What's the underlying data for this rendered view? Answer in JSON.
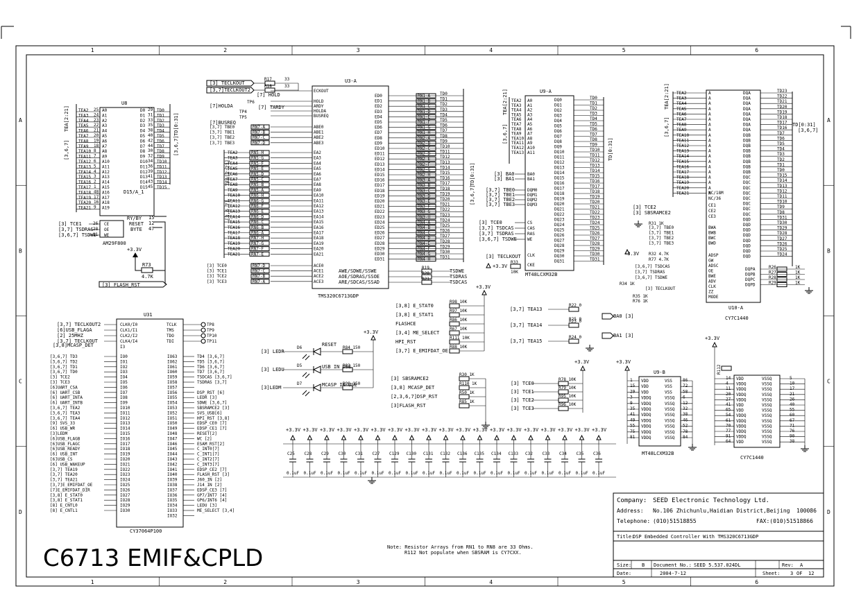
{
  "sheet": {
    "zone_cols": [
      "1",
      "2",
      "3",
      "4",
      "5",
      "6"
    ],
    "zone_rows": [
      "A",
      "B",
      "C",
      "D"
    ],
    "main_title": "C6713 EMIF&CPLD",
    "note_line1": "Note: Resistor Arrays from RN1 to RN8 are 33 Ohms.",
    "note_line2": "R112 Not populate when SBSRAM is CY7CXX."
  },
  "title_block": {
    "company_label": "Company:",
    "company": "SEED Electronic Technology Ltd.",
    "address_label": "Address:",
    "address": "No.106 Zhichunlu,Haidian District,Beijing",
    "zip": "100086",
    "telephone_label": "Telephone:",
    "telephone": "(010)51518855",
    "fax": "FAX:(010)51518866",
    "title_label": "Title:",
    "title": "DSP Embedded Controller With TMS320C6713GDP",
    "size_label": "Size:",
    "size": "B",
    "docno_label": "Document No.:",
    "docno": "SEED 5.537.024DL",
    "rev_label": "Rev:",
    "rev": "A",
    "date_label": "Date:",
    "date": "2004-7-12",
    "sheet_label": "Sheet:",
    "sheet": "3",
    "of_label": "OF",
    "of": "12"
  },
  "components": {
    "u8": {
      "ref": "U8",
      "part": "D15/A_1",
      "part2": "AM29F800",
      "bus_in": "TEA[2:21]",
      "bus_out": "TD[0:31]",
      "sheets": "[3,6,7]"
    },
    "u3a": {
      "ref": "U3-A",
      "part": "TMS320C6713GDP",
      "bus": "TD[0:31]"
    },
    "u9a": {
      "ref": "U9-A",
      "part": "MT48LCXM32B",
      "bus": "TD[0:31]",
      "sheets": "[3,6,7]"
    },
    "u9b": {
      "ref": "U9-B",
      "part": "MT48LCXM32B"
    },
    "u10": {
      "ref": "U10-A",
      "part": "CY7C1440",
      "bus": "TD[0:31]",
      "sheets": "[3,6,7]"
    },
    "u10b": {
      "part": "CY7C1440"
    },
    "u31": {
      "ref": "U31",
      "part": "CY37064P100"
    }
  },
  "u8_pins": {
    "a_names": [
      "TEA2",
      "TEA3",
      "TEA4",
      "TEA5",
      "TEA6",
      "TEA7",
      "TEA8",
      "TEA9",
      "TEA10",
      "TEA11",
      "TEA12",
      "TEA13",
      "TEA14",
      "TEA15",
      "TEA16",
      "TEA17",
      "TEA18",
      "TEA19",
      "TEA20",
      "TEA21"
    ],
    "d_names": [
      "TD0",
      "TD1",
      "TD2",
      "TD3",
      "TD4",
      "TD5",
      "TD6",
      "TD7",
      "TD8",
      "TD9",
      "TD10",
      "TD11",
      "TD12",
      "TD13",
      "TD14",
      "TD15"
    ],
    "ctrl": [
      "[3] TCE1",
      "[3,7] TSDRAS",
      "[3,6,7] TSDWE"
    ],
    "ctrl_pins": [
      "CE",
      "OE",
      "WE"
    ],
    "ry": "RY/BY",
    "reset": "RESET",
    "byte": "BYTE",
    "r73": "R73",
    "r73v": "4.7K",
    "vcc": "+3.3V",
    "flash_rst": "[3] FLASH_RST"
  },
  "u3_left": {
    "clk": [
      "[3] TECLKOUT",
      "[3,7]TECLKOUT2"
    ],
    "r17": "R17",
    "r18": "R18",
    "rv": "33",
    "hold": "[7] HOLD",
    "holda": "[7]HOLDA",
    "tardy": "[7] TARDY",
    "busreq": "[7]BUSREQ",
    "tp4": "TP4",
    "tp5": "TP5",
    "tp6": "TP6",
    "be": [
      "[3,7] TBE0",
      "[3,7] TBE1",
      "[3,7] TBE2",
      "[3,7] TBE3"
    ],
    "ea": [
      "TEA2",
      "TEA3",
      "TEA4",
      "TEA5",
      "TEA6",
      "TEA7",
      "TEA8",
      "TEA9",
      "TEA10",
      "TEA11",
      "TEA12",
      "TEA13",
      "TEA14",
      "TEA15",
      "TEA16",
      "TEA17",
      "TEA18",
      "TEA19",
      "TEA20",
      "TEA21"
    ],
    "ce": [
      "[3] TCE0",
      "[3] TCE1",
      "[3] TCE2",
      "[3] TCE3"
    ]
  },
  "u3_pins_left": [
    "ECKOUT",
    "HOLD",
    "HOLDA",
    "ARDY",
    "BUSREQ",
    "ABE0",
    "ABE1",
    "ABE2",
    "ABE3",
    "EA2",
    "EA3",
    "EA4",
    "EA5",
    "EA6",
    "EA7",
    "EA8",
    "EA9",
    "EA10",
    "EA11",
    "EA12",
    "EA13",
    "EA14",
    "EA15",
    "EA16",
    "EA17",
    "EA18",
    "EA19",
    "EA20",
    "EA21",
    "ACE0",
    "ACE1",
    "ACE2",
    "ACE3"
  ],
  "u3_pins_right": [
    "ED0",
    "ED1",
    "ED2",
    "ED3",
    "ED4",
    "ED5",
    "ED6",
    "ED7",
    "ED8",
    "ED9",
    "ED10",
    "ED11",
    "ED12",
    "ED13",
    "ED14",
    "ED15",
    "ED16",
    "ED17",
    "ED18",
    "ED19",
    "ED20",
    "ED21",
    "ED22",
    "ED23",
    "ED24",
    "ED25",
    "ED26",
    "ED27",
    "ED28",
    "ED29",
    "ED30",
    "ED31"
  ],
  "u3_bottom": [
    "AWE/SDWE/SSWE",
    "AOE/SDRAS/SSOE",
    "ARE/SDCAS/SSAD"
  ],
  "u3_bottom_out": [
    "TSDWE",
    "TSDRAS",
    "TSDCAS"
  ],
  "u3_bottom_r": [
    "R19",
    "R20",
    "R21"
  ],
  "u3_td": [
    "TD0",
    "TD1",
    "TD2",
    "TD3",
    "TD4",
    "TD5",
    "TD6",
    "TD7",
    "TD8",
    "TD9",
    "TD10",
    "TD11",
    "TD12",
    "TD13",
    "TD14",
    "TD15",
    "TD16",
    "TD17",
    "TD18",
    "TD19",
    "TD20",
    "TD21",
    "TD22",
    "TD23",
    "TD24",
    "TD25",
    "TD26",
    "TD27",
    "TD28",
    "TD29",
    "TD30",
    "TD31"
  ],
  "u9a_pins": {
    "a": [
      "TEA2",
      "TEA3",
      "TEA4",
      "TEA5",
      "TEA6",
      "TEA7",
      "TEA8",
      "TEA9",
      "TEA10",
      "TEA11",
      "TEA12",
      "TEA13"
    ],
    "ba": [
      "[3] BA0",
      "[3] BA1"
    ],
    "be": [
      "[3,7] TBE0",
      "[3,7] TBE1",
      "[3,7] TBE2",
      "[3,7] TBE3"
    ],
    "ctl": [
      "[3] TCE0",
      "[3,7] TSDCAS",
      "[3,7] TSDRAS",
      "[3,6,7] TSDWE"
    ],
    "ctl_pins": [
      "CS",
      "CAS",
      "RAS",
      "WE"
    ],
    "clk": "[3] TECLKOUT",
    "vcc": "+3.3V",
    "r33": "R33",
    "r33v": "10K",
    "dq": [
      "TD0",
      "TD1",
      "TD2",
      "TD3",
      "TD4",
      "TD5",
      "TD6",
      "TD7",
      "TD8",
      "TD9",
      "TD10",
      "TD11",
      "TD12",
      "TD13",
      "TD14",
      "TD15",
      "TD16",
      "TD17",
      "TD18",
      "TD19",
      "TD20",
      "TD21",
      "TD22",
      "TD23",
      "TD24",
      "TD25",
      "TD26",
      "TD27",
      "TD28",
      "TD29",
      "TD30",
      "TD31"
    ]
  },
  "u10_pins": {
    "a": [
      "TEA2",
      "TEA3",
      "TEA4",
      "TEA5",
      "TEA6",
      "TEA7",
      "TEA8",
      "TEA9",
      "TEA10",
      "TEA11",
      "TEA12",
      "TEA13",
      "TEA14",
      "TEA15",
      "TEA16",
      "TEA17",
      "TEA18",
      "TEA19",
      "TEA20",
      "TEA21"
    ],
    "dq": [
      "TD23",
      "TD22",
      "TD21",
      "TD20",
      "TD19",
      "TD18",
      "TD17",
      "TD16",
      "TD7",
      "TD6",
      "TD5",
      "TD4",
      "TD3",
      "TD2",
      "TD1",
      "TD0",
      "TD15",
      "TD14",
      "TD13",
      "TD12",
      "TD11",
      "TD10",
      "TD9",
      "TD8",
      "TD31",
      "TD30",
      "TD29",
      "TD28",
      "TD27",
      "TD26",
      "TD25",
      "TD24"
    ],
    "ctl": [
      "[3] TCE2",
      "[3] SBSRAMCE2"
    ],
    "be": [
      "[3,7] TBE0",
      "[3,7] TBE1",
      "[3,7] TBE2",
      "[3,7] TBE3"
    ],
    "ctl2": [
      "[3,6,7] TSDCAS",
      "[3,7] TSDRAS",
      "[3,6,7] TSDWE"
    ],
    "clk": "[3] TECLKOUT",
    "r": [
      "R31 1K",
      "R32 4.7K",
      "R77 4.7K",
      "R34 1K",
      "R35 1K",
      "R76 1K"
    ],
    "dqp": [
      "DQPA",
      "DQPB",
      "DQPC",
      "DQPD"
    ],
    "dqpr": [
      "R26",
      "R27",
      "R28",
      "R29"
    ]
  },
  "mid_res": {
    "left": [
      "[3,8] E_STAT0",
      "[3,8] E_STAT1",
      "FLASHCE",
      "[3,4] ME_SELECT",
      "HPI_RST",
      "[3,7] E_EMIFDAT_OE"
    ],
    "r": [
      "R98 10K",
      "R97 10K",
      "R86 10K",
      "R67 10K",
      "R111 10K",
      "R88 10K"
    ],
    "left2": [
      "[3] SBSRAMCE2",
      "[3,8] MCASP_DET",
      "[2,3,6,7]DSP_RST",
      "[3]FLASH_RST"
    ],
    "r2": [
      "R30 1K",
      "R110 1K",
      "R50 1K",
      "R85 1K"
    ],
    "tea": [
      "[3,7] TEA13",
      "[3,7] TEA14",
      "[3,7] TEA15"
    ],
    "tear": [
      "R22 0",
      "R23 0",
      "R24 0",
      "R25 0"
    ],
    "ba": [
      "BA0 [3]",
      "BA1 [3]"
    ],
    "tce": [
      "[3] TCE0",
      "[3] TCE1",
      "[3] TCE2",
      "[3] TCE3"
    ],
    "tcer": [
      "R78 10K",
      "R79 10K",
      "R95 10K",
      "R96 10K"
    ],
    "vcc": "+3.3V"
  },
  "leds": {
    "items": [
      "[3] LEDR",
      "[3] LEDU",
      "[3]LEDM"
    ],
    "refs": [
      "D6",
      "D5",
      "D7"
    ],
    "labels": [
      "RESET",
      "USB IN USE",
      "MCASP IN USE"
    ],
    "r": [
      "R84 150",
      "R83 150",
      "R99 150"
    ],
    "vcc": "+3.3V"
  },
  "caps": {
    "refs": [
      "C25",
      "C28",
      "C29",
      "C30",
      "C31",
      "C27",
      "C129",
      "C130",
      "C131",
      "C132",
      "C136",
      "C135",
      "C134",
      "C133",
      "C32",
      "C33",
      "C34",
      "C35",
      "C36"
    ],
    "value": "0.1uF",
    "vcc": "+3.3V"
  },
  "u31": {
    "left_top": [
      "[3,7] TECLKOUT2",
      "[6]USB_FLAGA",
      "[2] 25MHZ",
      "[3,7] TECLKOUT"
    ],
    "clk_pins": [
      "CLK0/I0",
      "CLK1/I1",
      "CLK2/I2",
      "CLK4/I4",
      "I3"
    ],
    "mcasp": "[3,8]MCASP_DET",
    "left_io": [
      "[3,6,7] TD3",
      "[3,6,7] TD2",
      "[3,6,7] TD1",
      "[3,6,7] TD0",
      "[3] TCE2",
      "[3] TCE3",
      "[6]UART_CSA",
      "[6] UART_CSB",
      "[6] UART_INTA",
      "[6] UART_INTB",
      "[3,6,7] TEA2",
      "[3,6,7] TEA3",
      "[3,6,7] TEA4",
      "[9] SVS_33",
      "[6] USB_WR",
      "[3]LEDM",
      "[6]USB_FLAGB",
      "[6]USB_FLAGC",
      "[6]USB_READY",
      "[6] USB_INT",
      "[6]USB_CS",
      "[6] USB_WAKEUP",
      "[3,7] TEA19",
      "[3,7] TEA20",
      "[3,7] TEA21",
      "[3,7]E_EMIFDAT_OE",
      "[7]E_EMIFDAT_DIR",
      "[3,8] E_STAT0",
      "[3,8] E_STAT1",
      "[8] E_CNTL0",
      "[8] E_CNTL1"
    ],
    "io_names": [
      "IO0",
      "IO1",
      "IO2",
      "IO3",
      "IO4",
      "IO5",
      "IO6",
      "IO7",
      "IO8",
      "IO9",
      "IO10",
      "IO11",
      "IO12",
      "IO13",
      "IO14",
      "IO15",
      "IO16",
      "IO17",
      "IO18",
      "IO19",
      "IO20",
      "IO21",
      "IO22",
      "IO23",
      "IO24",
      "IO25",
      "IO26",
      "IO27",
      "IO28",
      "IO29",
      "IO30",
      "IO31"
    ],
    "right_pins": [
      "TCLK",
      "TMS",
      "TDO",
      "TDI"
    ],
    "tp": [
      "TP8",
      "TP9",
      "TP10",
      "TP11"
    ],
    "right_io_names": [
      "IO63",
      "IO62",
      "IO61",
      "IO60",
      "IO59",
      "IO58",
      "IO57",
      "IO56",
      "IO55",
      "IO54",
      "IO53",
      "IO52",
      "IO51",
      "IO50",
      "IO49",
      "IO48",
      "IO47",
      "IO46",
      "IO45",
      "IO44",
      "IO43",
      "IO42",
      "IO41",
      "IO40",
      "IO39",
      "IO38",
      "IO37",
      "IO36",
      "IO35",
      "IO34",
      "IO33",
      "IO32"
    ],
    "right_io": [
      "TD4 [3,6,7]",
      "TD5 [3,6,7]",
      "TD6 [3,6,7]",
      "TD7 [3,6,7]",
      "TSDCAS [3,6,7]",
      "TSDRAS [3,7]",
      "",
      "DSP_RST [6]",
      "LEDR [3]",
      "SDWE [3,6,7]",
      "SBSRAMCE2 [3]",
      "SVS_USB[6]",
      "HPI_RST [3,8]",
      "EDSP_CE0 [7]",
      "EDSP_CE1 [7]",
      "RESET[2]",
      "WC [2]",
      "ESAM_RST[2]",
      "C_INT0[7]",
      "C_INT1[7]",
      "C_INT2[7]",
      "C_INT3[7]",
      "EDSP_CE2 [7]",
      "FLASH_RST [3]",
      "J60_IN [2]",
      "J14_IN [2]",
      "EDSP_CE3 [7]",
      "GP7/INT7 [4]",
      "GP6/INT6 [4]",
      "LEDU [3]",
      "ME_SELECT [3,4]",
      ""
    ]
  },
  "u9b": {
    "left": [
      "VDD",
      "VDD",
      "VDD",
      "VDDQ",
      "VDDQ",
      "VDDQ",
      "VDDQ",
      "VDDQ",
      "VDDQ",
      "VDDQ",
      "VDDQ"
    ],
    "right": [
      "VSS",
      "VSS",
      "VSS",
      "VSSQ",
      "VSSQ",
      "VSSQ",
      "VSSQ",
      "VSSQ",
      "VSSQ",
      "VSSQ",
      "VSSQ"
    ],
    "vcc": "+3.3V"
  },
  "u10b": {
    "left": [
      "VDD",
      "VDDQ",
      "VDDQ",
      "VDDQ",
      "VDDQ",
      "VDD",
      "VDD",
      "VDDQ",
      "VDDQ",
      "VDDQ",
      "VDDQ",
      "VDDQ",
      "VDD"
    ],
    "right": [
      "VSSQ",
      "VSSQ",
      "VSSQ",
      "VSSQ",
      "VSSQ",
      "VSSQ",
      "VSSQ",
      "VSSQ",
      "VSSQ",
      "VSSQ",
      "VSSQ",
      "VSSQ",
      "VSSQ"
    ],
    "vcc": "+3.3V",
    "r112": "R112"
  }
}
